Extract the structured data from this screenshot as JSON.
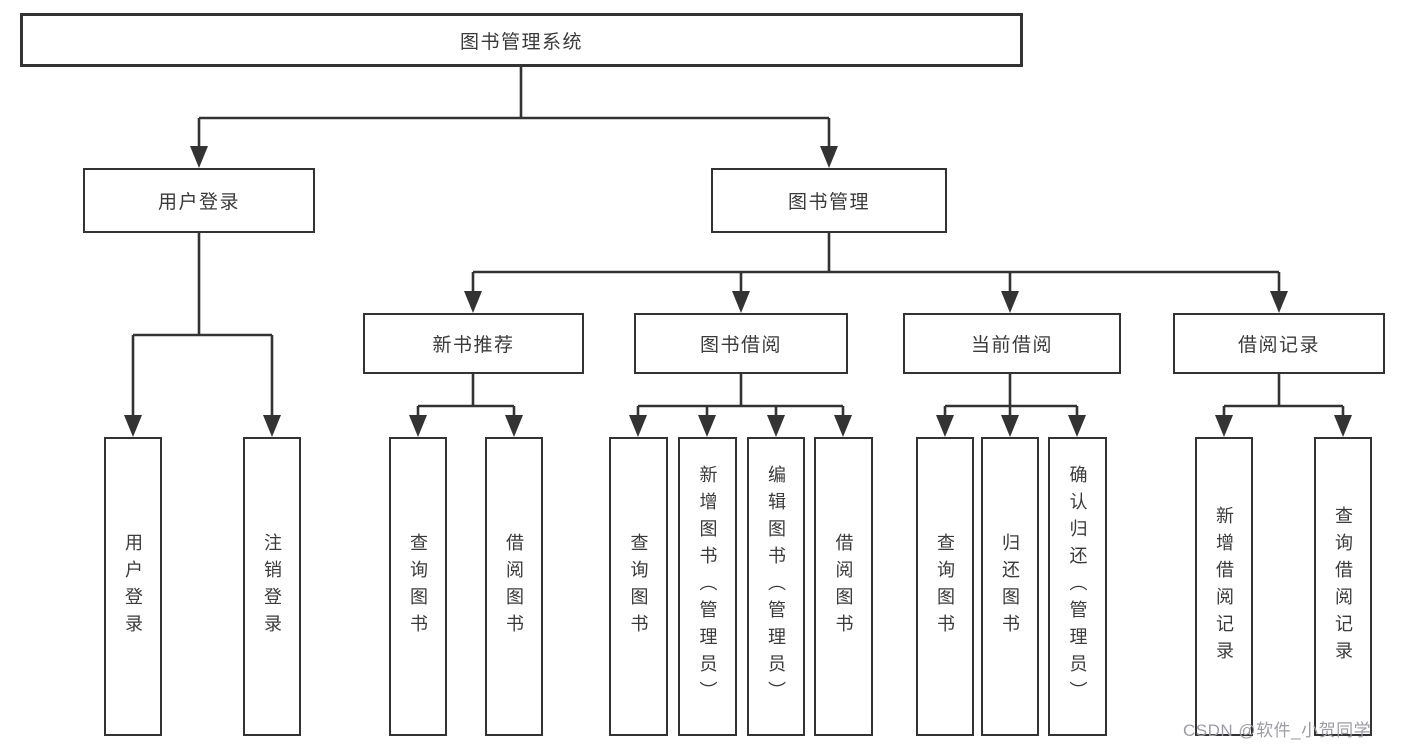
{
  "tree": {
    "root": {
      "label": "图书管理系统"
    },
    "branches": [
      {
        "label": "用户登录",
        "children": [
          {
            "label": "用户登录"
          },
          {
            "label": "注销登录"
          }
        ]
      },
      {
        "label": "图书管理",
        "children": [
          {
            "label": "新书推荐",
            "children": [
              {
                "label": "查询图书"
              },
              {
                "label": "借阅图书"
              }
            ]
          },
          {
            "label": "图书借阅",
            "children": [
              {
                "label": "查询图书"
              },
              {
                "label": "新增图书（管理员）"
              },
              {
                "label": "编辑图书（管理员）"
              },
              {
                "label": "借阅图书"
              }
            ]
          },
          {
            "label": "当前借阅",
            "children": [
              {
                "label": "查询图书"
              },
              {
                "label": "归还图书"
              },
              {
                "label": "确认归还（管理员）"
              }
            ]
          },
          {
            "label": "借阅记录",
            "children": [
              {
                "label": "新增借阅记录"
              },
              {
                "label": "查询借阅记录"
              }
            ]
          }
        ]
      }
    ]
  },
  "watermark": {
    "text": "CSDN @软件_小贺同学"
  },
  "colors": {
    "line": "#333333",
    "border": "#333333",
    "text": "#3a3a3a",
    "watermark": "#9c9ca4",
    "background": "#ffffff"
  }
}
